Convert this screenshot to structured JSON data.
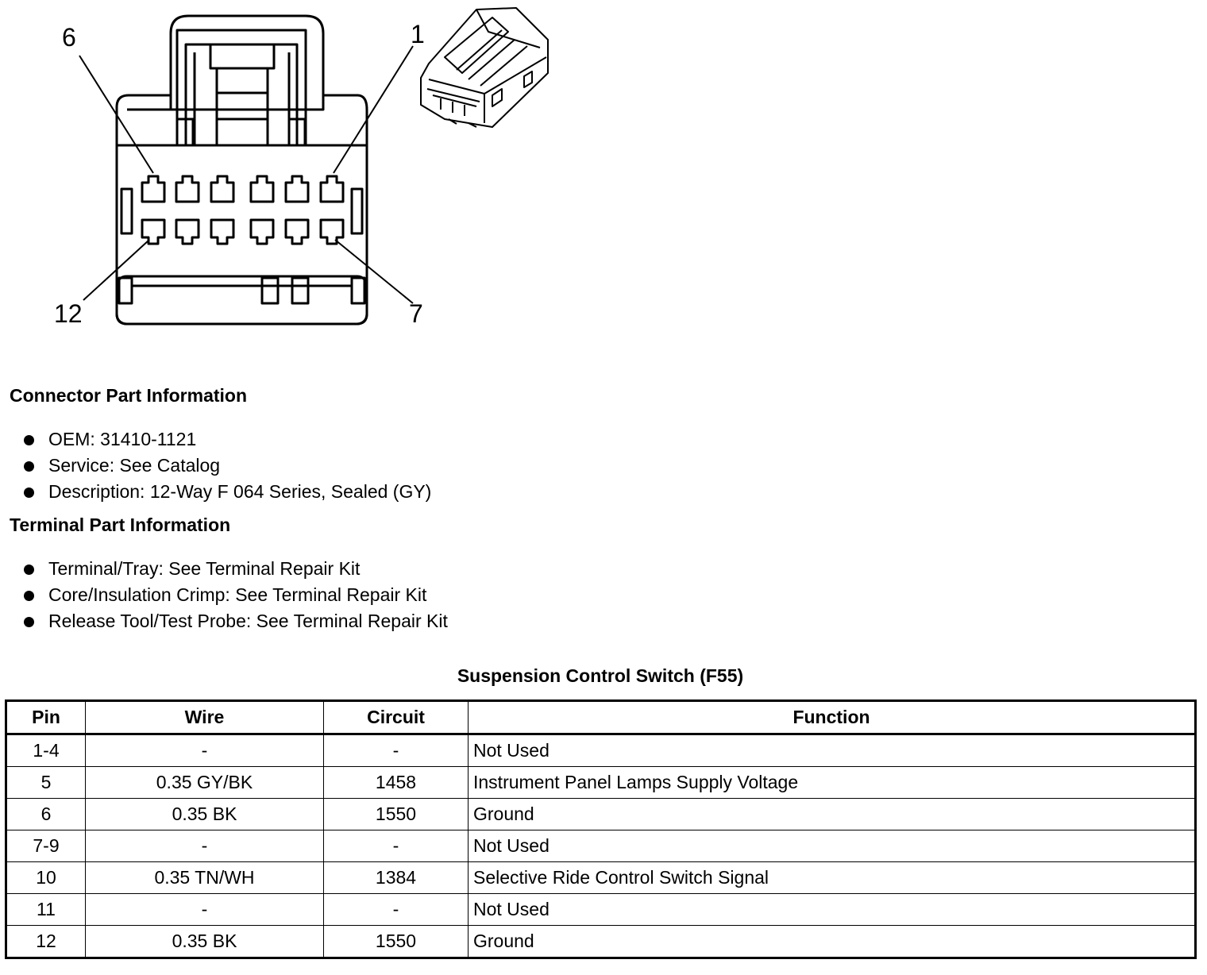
{
  "diagram": {
    "callouts": {
      "pin6": "6",
      "pin1": "1",
      "pin12": "12",
      "pin7": "7"
    }
  },
  "connector_info": {
    "title": "Connector Part Information",
    "items": [
      "OEM: 31410-1121",
      "Service: See Catalog",
      "Description: 12-Way F 064 Series, Sealed (GY)"
    ]
  },
  "terminal_info": {
    "title": "Terminal Part Information",
    "items": [
      "Terminal/Tray: See Terminal Repair Kit",
      "Core/Insulation Crimp: See Terminal Repair Kit",
      "Release Tool/Test Probe: See Terminal Repair Kit"
    ]
  },
  "table": {
    "title": "Suspension Control Switch (F55)",
    "headers": [
      "Pin",
      "Wire",
      "Circuit",
      "Function"
    ],
    "rows": [
      [
        "1-4",
        "-",
        "-",
        "Not Used"
      ],
      [
        "5",
        "0.35 GY/BK",
        "1458",
        "Instrument Panel Lamps Supply Voltage"
      ],
      [
        "6",
        "0.35 BK",
        "1550",
        "Ground"
      ],
      [
        "7-9",
        "-",
        "-",
        "Not Used"
      ],
      [
        "10",
        "0.35 TN/WH",
        "1384",
        "Selective Ride Control Switch Signal"
      ],
      [
        "11",
        "-",
        "-",
        "Not Used"
      ],
      [
        "12",
        "0.35 BK",
        "1550",
        "Ground"
      ]
    ]
  }
}
